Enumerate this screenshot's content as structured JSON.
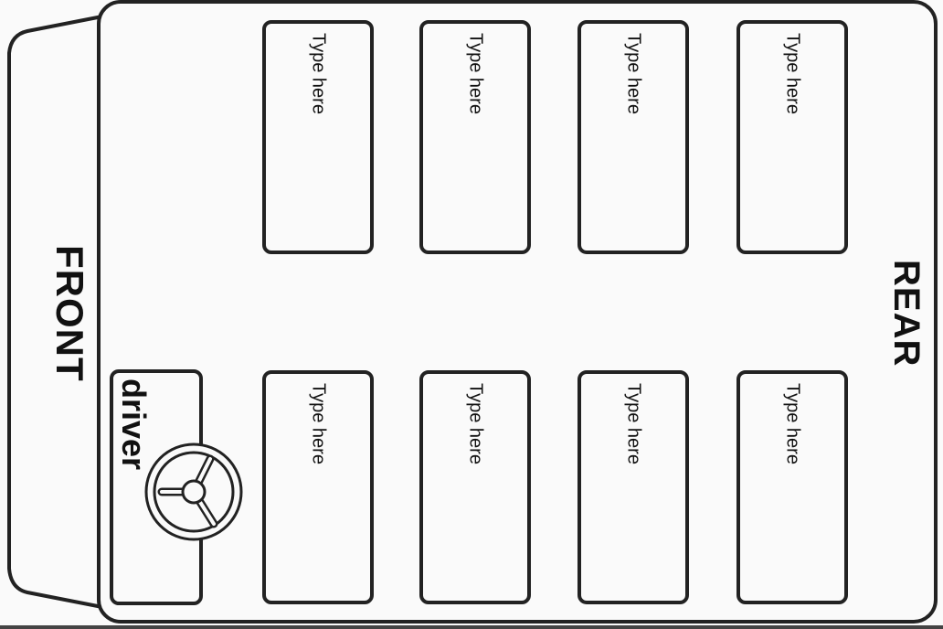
{
  "labels": {
    "front": "FRONT",
    "rear": "REAR",
    "driver": "driver"
  },
  "seats": {
    "top": [
      {
        "text": "Type here"
      },
      {
        "text": "Type here"
      },
      {
        "text": "Type here"
      },
      {
        "text": "Type here"
      }
    ],
    "bottom": [
      {
        "text": "Type here"
      },
      {
        "text": "Type here"
      },
      {
        "text": "Type here"
      },
      {
        "text": "Type here"
      }
    ]
  },
  "icons": {
    "steering_wheel": "steering-wheel-icon"
  }
}
